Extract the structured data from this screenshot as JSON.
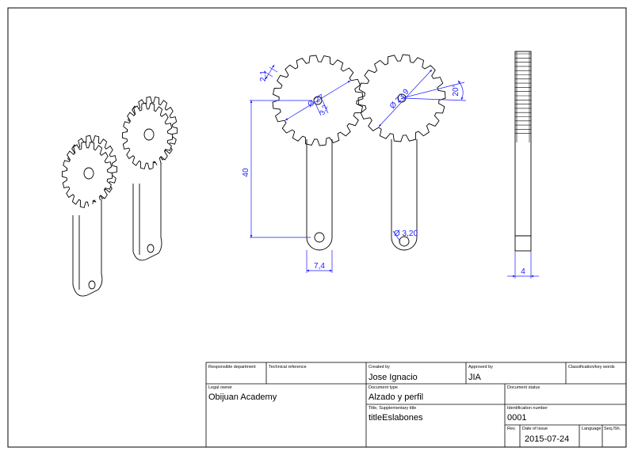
{
  "colors": {
    "line": "#000000",
    "dimension": "#1a1aff",
    "background": "#ffffff"
  },
  "dimensions": {
    "tooth_height": "2,1",
    "pitch_dia_left": "Ø 27",
    "tooth_width_left": "3,2",
    "pitch_dia_right": "Ø 23,9",
    "tooth_angle": "20°",
    "arm_length": "40",
    "arm_width": "7,4",
    "hole_dia": "Ø 3,20",
    "thickness": "4"
  },
  "title_block": {
    "responsible_department": {
      "label": "Responsible department",
      "value": ""
    },
    "technical_reference": {
      "label": "Technical reference",
      "value": ""
    },
    "created_by": {
      "label": "Created by",
      "value": "Jose Ignacio"
    },
    "approved_by": {
      "label": "Approved by",
      "value": "JIA"
    },
    "classification": {
      "label": "Classification/key words",
      "value": ""
    },
    "legal_owner": {
      "label": "Legal owner",
      "value": "Obijuan Academy"
    },
    "document_type": {
      "label": "Document type",
      "value": "Alzado y perfil"
    },
    "document_status": {
      "label": "Document status",
      "value": ""
    },
    "title": {
      "label": "Title, Supplementary title",
      "value": "titleEslabones"
    },
    "identification_number": {
      "label": "Identification number",
      "value": "0001"
    },
    "revision": {
      "label": "Rev.",
      "value": ""
    },
    "date_of_issue": {
      "label": "Date of issue",
      "value": "2015-07-24"
    },
    "language": {
      "label": "Language",
      "value": ""
    },
    "sheet": {
      "label": "Seq./Sh.",
      "value": ""
    }
  }
}
